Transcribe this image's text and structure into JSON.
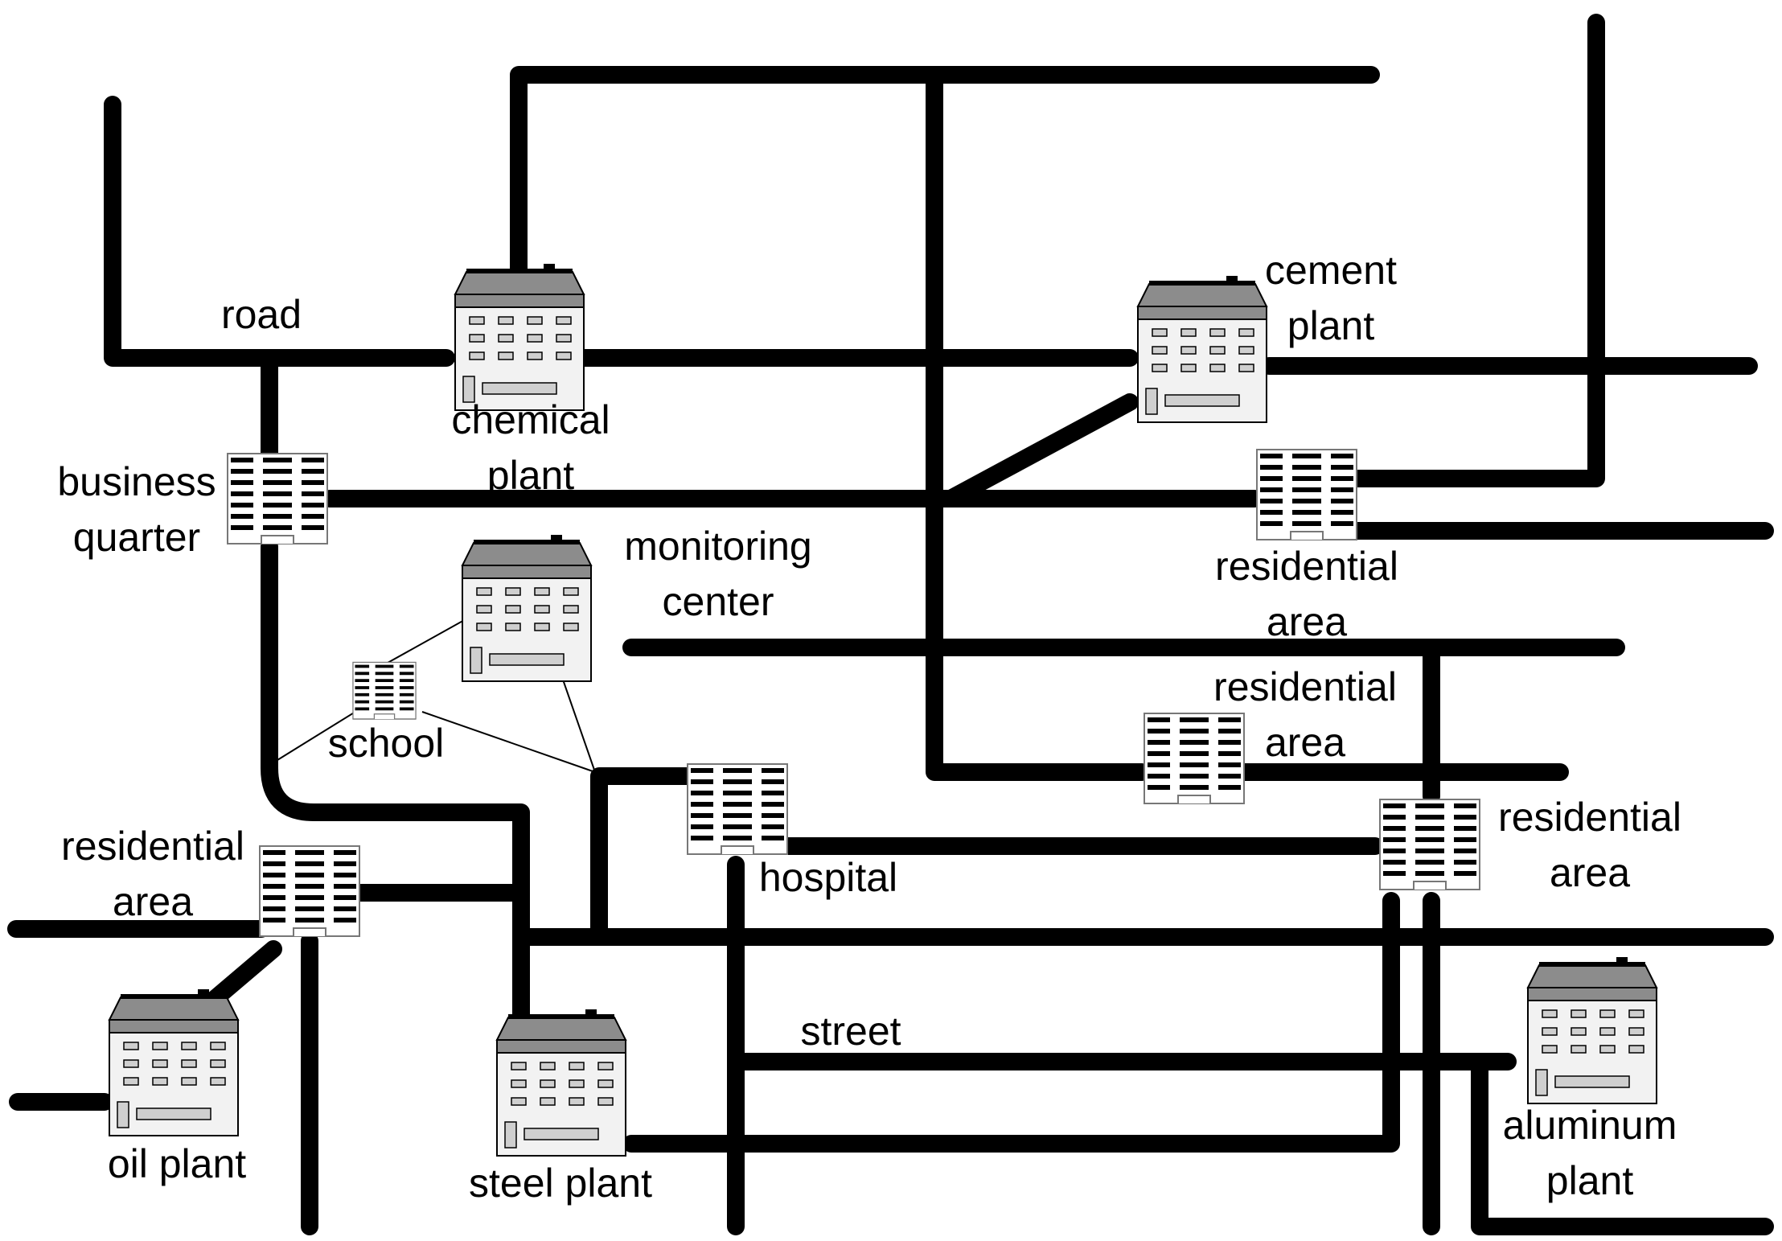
{
  "labels": {
    "road": "road",
    "street": "street",
    "chemical_plant": [
      "chemical",
      "plant"
    ],
    "cement_plant": [
      "cement",
      "plant"
    ],
    "business_quarter": [
      "business",
      "quarter"
    ],
    "monitoring_center": [
      "monitoring",
      "center"
    ],
    "school": "school",
    "residential_area_east": [
      "residential",
      "area"
    ],
    "residential_area_middle": [
      "residential",
      "area"
    ],
    "residential_area_southeast": [
      "residential",
      "area"
    ],
    "residential_area_west": [
      "residential",
      "area"
    ],
    "hospital": "hospital",
    "oil_plant": "oil plant",
    "steel_plant": "steel plant",
    "aluminum_plant": [
      "aluminum",
      "plant"
    ]
  },
  "colors": {
    "road": "#000000",
    "roof": "#8c8c8c",
    "building_fill": "#f2f2f2"
  }
}
